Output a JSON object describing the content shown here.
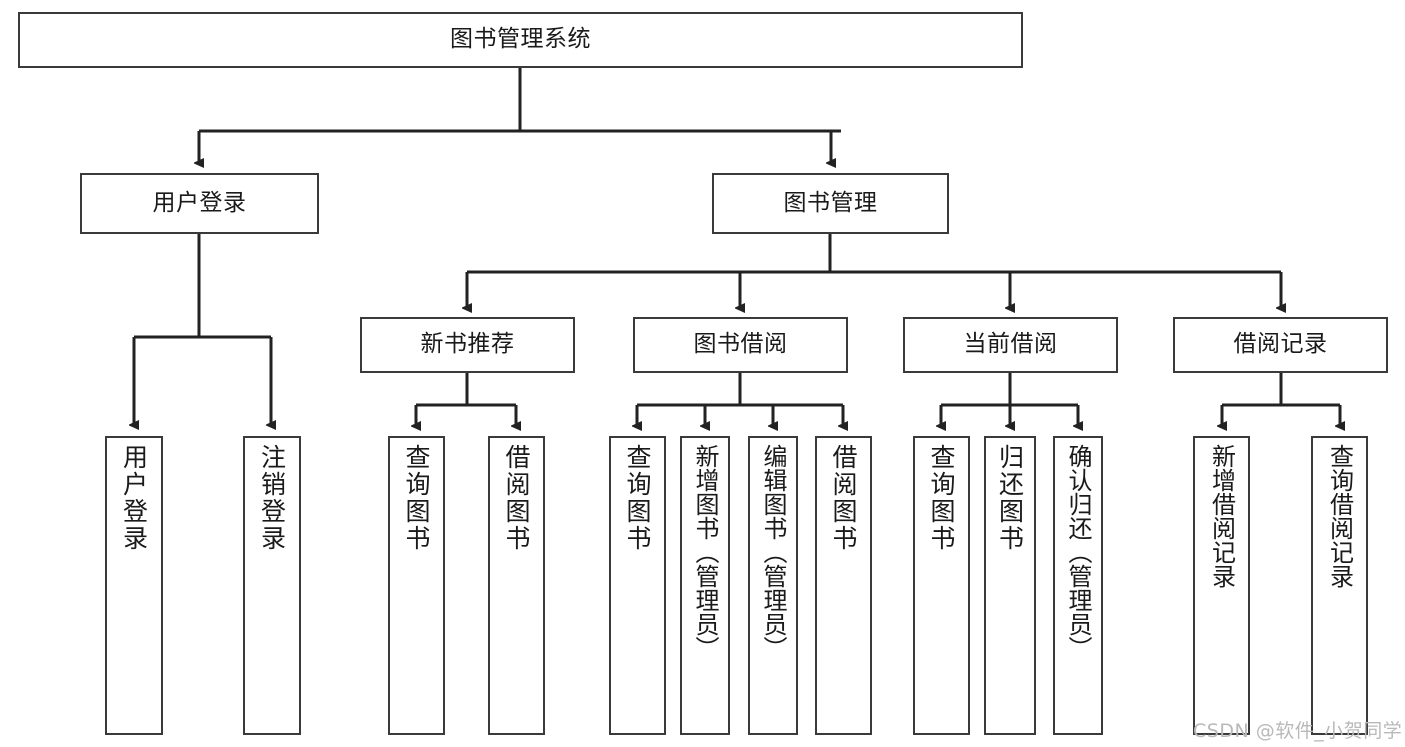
{
  "diagram": {
    "title_text": "图书管理系统",
    "watermark": "CSDN @软件_小贺同学",
    "colors": {
      "background": "#ffffff",
      "box_stroke": "#3a3a3a",
      "connector": "#222222",
      "text": "#1a1a1a",
      "watermark": "#b9b9b9"
    },
    "root": {
      "label": "图书管理系统"
    },
    "level1": [
      {
        "label": "用户登录"
      },
      {
        "label": "图书管理"
      }
    ],
    "level2": [
      {
        "label": "新书推荐"
      },
      {
        "label": "图书借阅"
      },
      {
        "label": "当前借阅"
      },
      {
        "label": "借阅记录"
      }
    ],
    "leaves": {
      "user_login": [
        {
          "label": "用户登录"
        },
        {
          "label": "注销登录"
        }
      ],
      "new_book_recommend": [
        {
          "label": "查询图书"
        },
        {
          "label": "借阅图书"
        }
      ],
      "book_borrow": [
        {
          "label": "查询图书"
        },
        {
          "label": "新增图书（管理员）"
        },
        {
          "label": "编辑图书（管理员）"
        },
        {
          "label": "借阅图书"
        }
      ],
      "current_borrow": [
        {
          "label": "查询图书"
        },
        {
          "label": "归还图书"
        },
        {
          "label": "确认归还（管理员）"
        }
      ],
      "borrow_record": [
        {
          "label": "新增借阅记录"
        },
        {
          "label": "查询借阅记录"
        }
      ]
    }
  }
}
